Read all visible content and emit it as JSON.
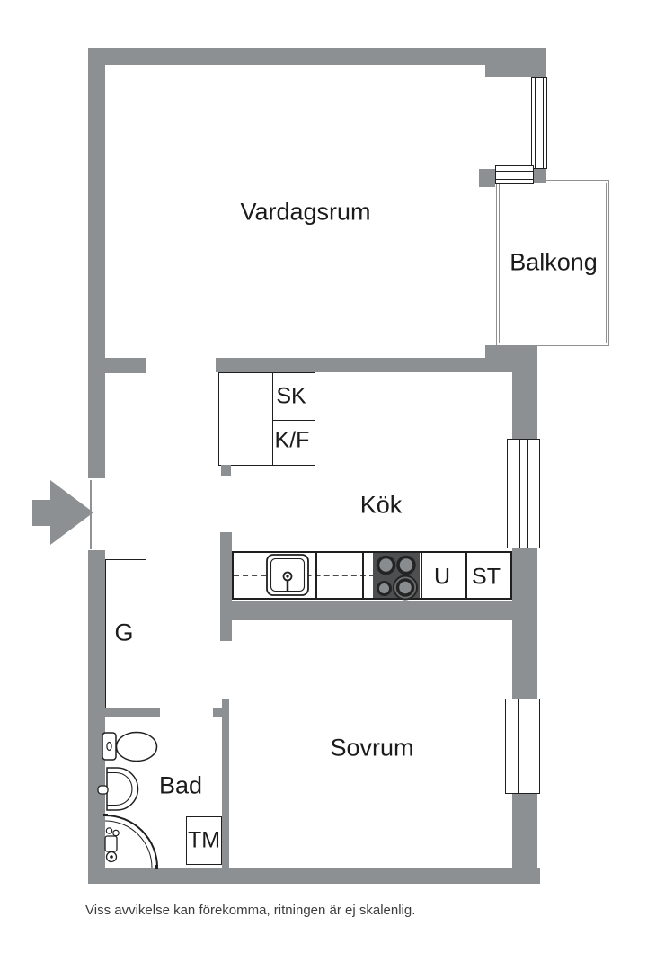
{
  "rooms": {
    "vardagsrum": {
      "label": "Vardagsrum"
    },
    "balkong": {
      "label": "Balkong"
    },
    "kok": {
      "label": "Kök"
    },
    "sovrum": {
      "label": "Sovrum"
    },
    "bad": {
      "label": "Bad"
    },
    "garderob": {
      "label": "G"
    }
  },
  "fixtures": {
    "sk": {
      "label": "SK"
    },
    "kf": {
      "label": "K/F"
    },
    "u": {
      "label": "U"
    },
    "st": {
      "label": "ST"
    },
    "tm": {
      "label": "TM"
    }
  },
  "footer": {
    "disclaimer": "Viss avvikelse kan förekomma, ritningen är ej skalenlig."
  },
  "colors": {
    "wall": "#8c9092",
    "outline": "#1f1f1f",
    "stove": "#4d4f51",
    "balcony_line": "#909090",
    "text": "#1b1b1b"
  }
}
